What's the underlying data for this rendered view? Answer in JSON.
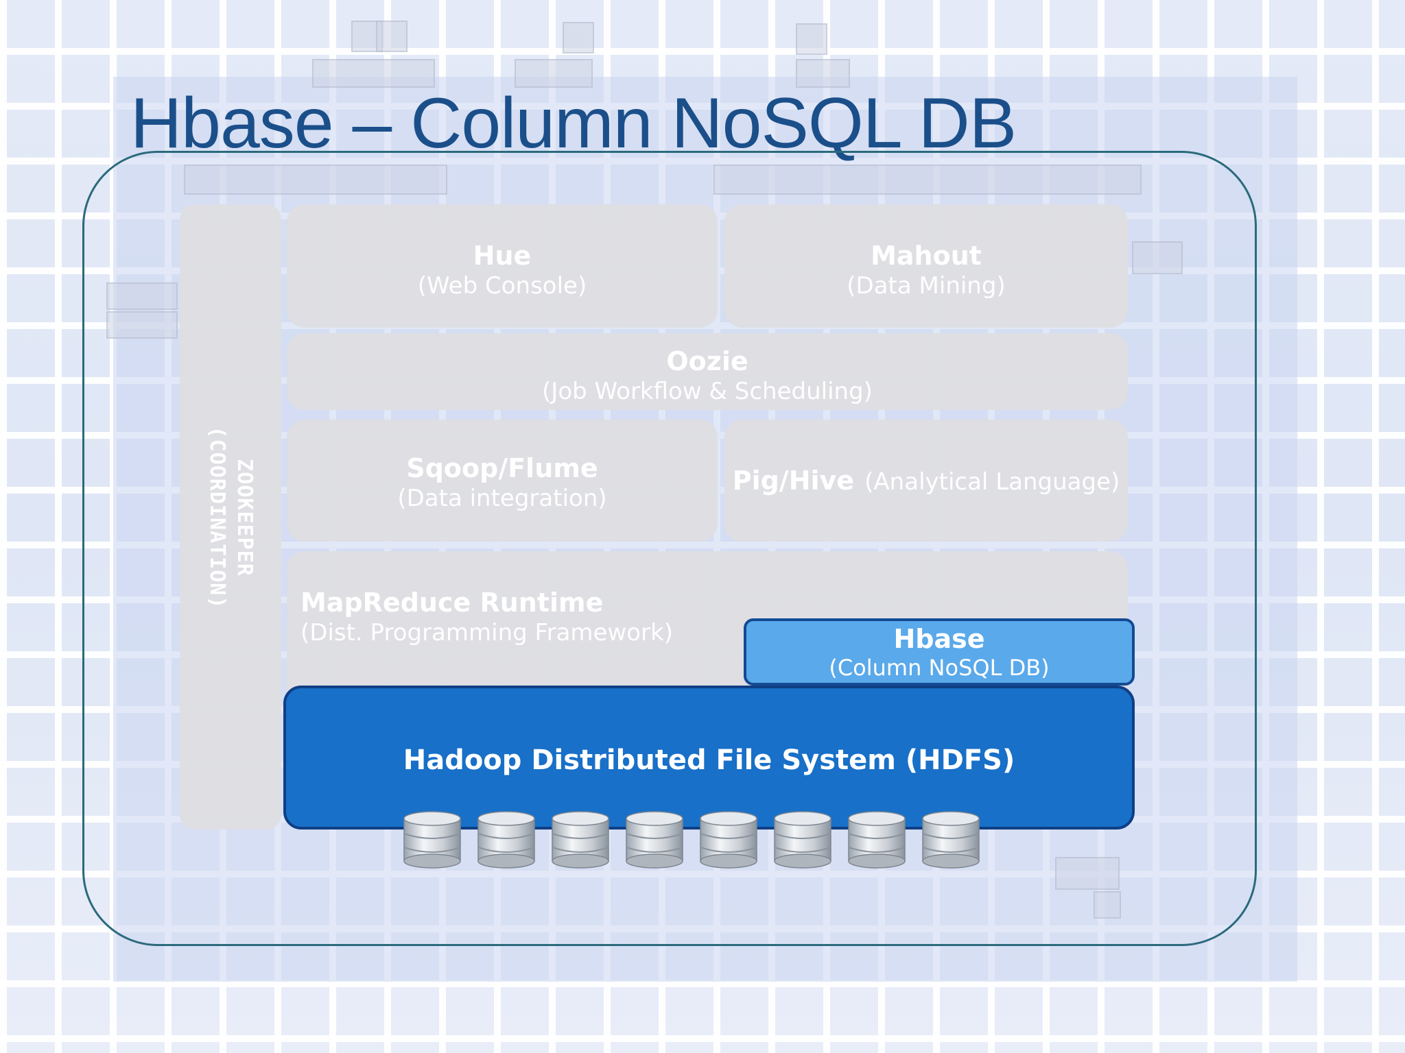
{
  "slide": {
    "title": "Hbase – Column NoSQL DB"
  },
  "stack": {
    "zookeeper": {
      "name": "ZOOKEEPER",
      "role": "(COORDINATION)"
    },
    "hue": {
      "name": "Hue",
      "role": "(Web Console)"
    },
    "mahout": {
      "name": "Mahout",
      "role": "(Data Mining)"
    },
    "oozie": {
      "name": "Oozie",
      "role": "(Job Workflow & Scheduling)"
    },
    "sqoop": {
      "name": "Sqoop/Flume",
      "role": "(Data integration)"
    },
    "pig": {
      "name": "Pig/Hive",
      "role": "(Analytical Language)"
    },
    "mapreduce": {
      "name": "MapReduce Runtime",
      "role": "(Dist. Programming Framework)"
    },
    "hbase": {
      "name": "Hbase",
      "role": "(Column NoSQL DB)",
      "color": "#5aa9ea"
    },
    "hdfs": {
      "name": "Hadoop Distributed File System (HDFS)",
      "color": "#1870c8"
    }
  },
  "disks": {
    "count": 8,
    "icon": "database-disk-icon"
  }
}
